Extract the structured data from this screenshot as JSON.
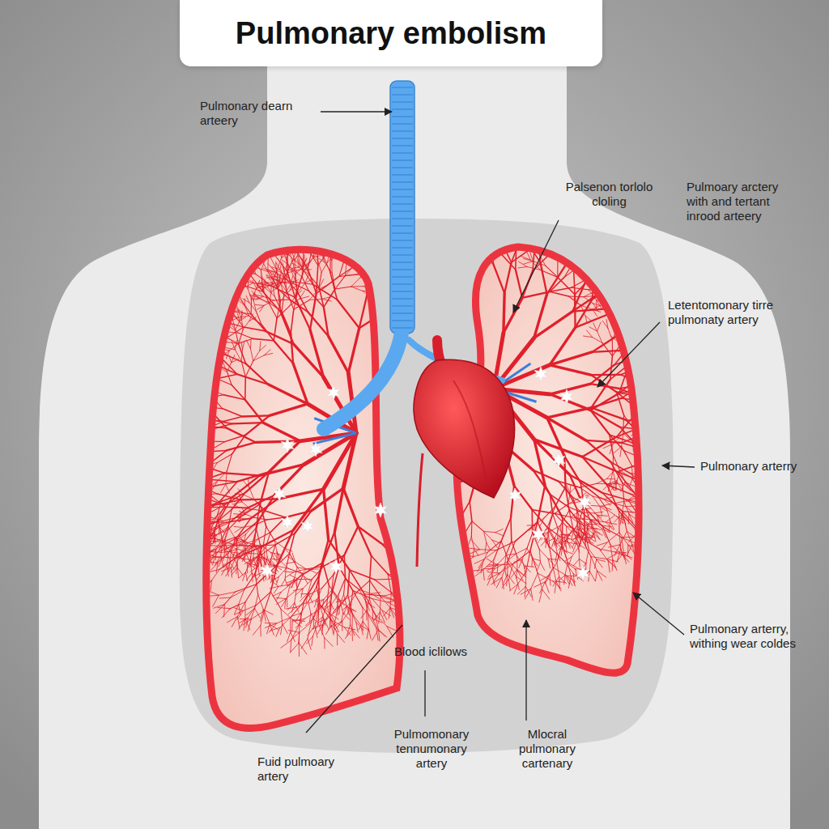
{
  "diagram": {
    "title": "Pulmonary embolism",
    "labels": [
      "Pulmonary dearn arteery",
      "Palsenon torlolo cloling",
      "Pulmoary arctery with and tertant inrood arteery",
      "Letentomonary tirre pulmonaty artery",
      "Pulmonary arterry",
      "Pulmonary arterry, withing wear coldes",
      "Blood iclilows",
      "Fuid pulmoary artery",
      "Pulmomonary tennumonary artery",
      "Mlocral pulmonary cartenary"
    ]
  }
}
